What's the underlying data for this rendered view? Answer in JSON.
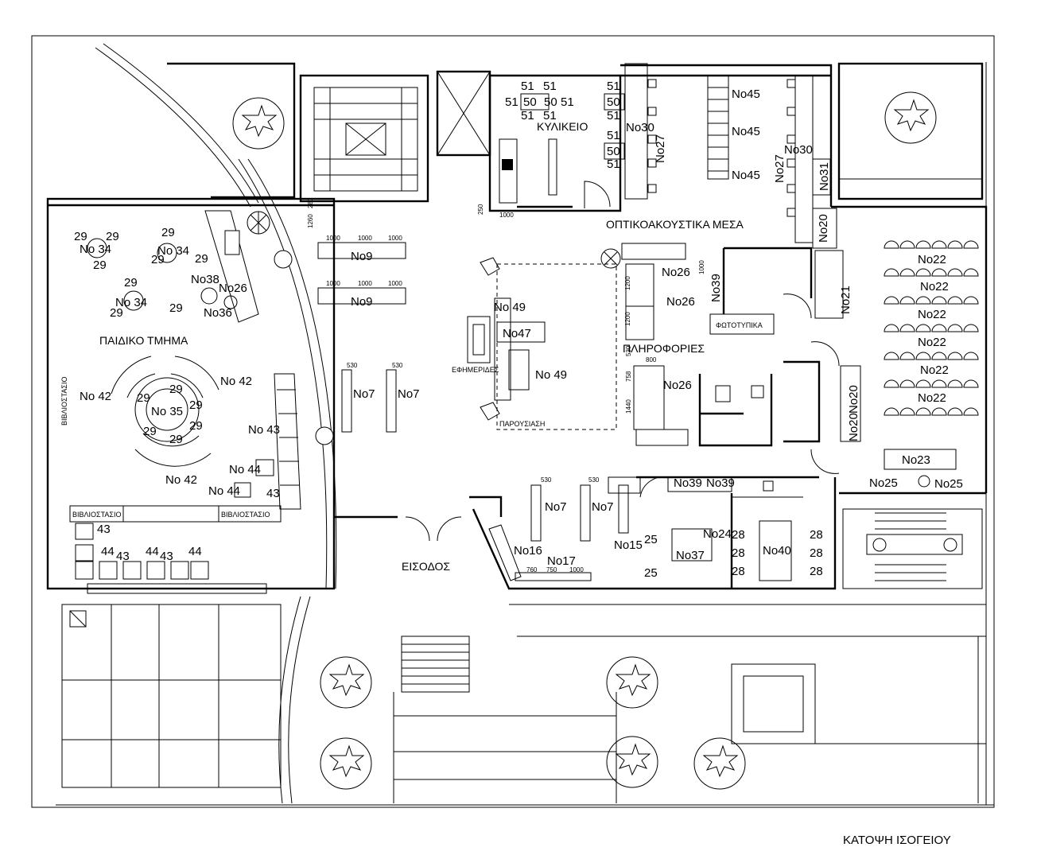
{
  "title": "ΚΑΤΟΨΗ ΙΣΟΓΕΙΟΥ",
  "rooms": {
    "kiosk": "ΚΥΛΙΚΕΙΟ",
    "av_media": "ΟΠΤΙΚΟΑΚΟΥΣΤΙΚΑ ΜΕΣΑ",
    "children": "ΠΑΙΔΙΚΟ ΤΜΗΜΑ",
    "info": "ΠΛΗΡΟΦΟΡΙΕΣ",
    "entrance": "ΕΙΣΟΔΟΣ",
    "newspapers": "ΕΦΗΜΕΡΙΔΕΣ",
    "presentation": "ΠΑΡΟΥΣΙΑΣΗ",
    "photocopies": "ΦΩΤΟΤΥΠΙΚΑ",
    "bookstand": "ΒΙΒΛΙΟΣΤΑΣΙΟ"
  },
  "items": {
    "no9": "No9",
    "no7": "No7",
    "no49": "No 49",
    "no47": "No47",
    "no49b": "No  49",
    "no26": "No26",
    "no45": "No45",
    "no30": "No30",
    "no27": "No27",
    "no31": "No31",
    "no20": "No20",
    "no21": "No21",
    "no22": "No22",
    "no23": "No23",
    "no25": "No25",
    "no24": "No24",
    "no28": "28",
    "no37": "No37",
    "no40": "No40",
    "no16": "No16",
    "no17": "No17",
    "no15": "No15",
    "no39": "No39",
    "no38": "No38",
    "no36": "No36",
    "no34": "No 34",
    "no35": "No 35",
    "no42": "No  42",
    "no42b": "No 42",
    "no43": "No  43",
    "no44": "No 44",
    "n29": "29",
    "n50": "50",
    "n51": "51",
    "n43": "43",
    "n44": "44",
    "n25": "25"
  },
  "dims": {
    "d1000": "1000",
    "d530": "530",
    "d1200": "1200",
    "d1260": "1260",
    "d280": "280",
    "d250": "250",
    "d750": "750",
    "d760": "760",
    "d800": "800",
    "d1440": "1440",
    "d758": "758"
  }
}
